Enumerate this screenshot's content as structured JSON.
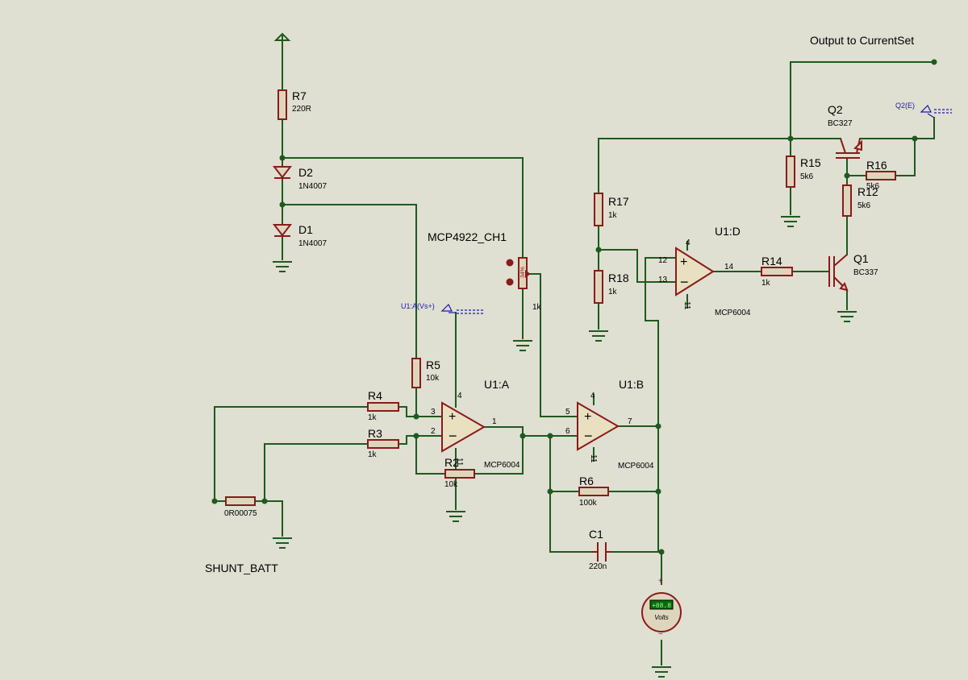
{
  "labels": {
    "output": "Output to CurrentSet",
    "dac": "MCP4922_CH1",
    "shunt": "SHUNT_BATT",
    "u1a_probe": "U1:A(Vs+)",
    "q2_probe": "Q2(E)",
    "voltmeter_unit": "Volts",
    "voltmeter_reading": "+88.8",
    "pot_tag": "34%"
  },
  "components": {
    "R7": {
      "ref": "R7",
      "value": "220R"
    },
    "D2": {
      "ref": "D2",
      "value": "1N4007"
    },
    "D1": {
      "ref": "D1",
      "value": "1N4007"
    },
    "R5": {
      "ref": "R5",
      "value": "10k"
    },
    "R4": {
      "ref": "R4",
      "value": "1k"
    },
    "R3": {
      "ref": "R3",
      "value": "1k"
    },
    "R2": {
      "ref": "R2",
      "value": "10k"
    },
    "Rshunt": {
      "ref": "",
      "value": "0R00075"
    },
    "RV": {
      "ref": "",
      "value": "1k"
    },
    "U1A": {
      "ref": "U1:A",
      "value": "MCP6004"
    },
    "U1B": {
      "ref": "U1:B",
      "value": "MCP6004"
    },
    "U1D": {
      "ref": "U1:D",
      "value": "MCP6004"
    },
    "R6": {
      "ref": "R6",
      "value": "100k"
    },
    "C1": {
      "ref": "C1",
      "value": "220n"
    },
    "R17": {
      "ref": "R17",
      "value": "1k"
    },
    "R18": {
      "ref": "R18",
      "value": "1k"
    },
    "R14": {
      "ref": "R14",
      "value": "1k"
    },
    "R15": {
      "ref": "R15",
      "value": "5k6"
    },
    "R16": {
      "ref": "R16",
      "value": "5k6"
    },
    "R12": {
      "ref": "R12",
      "value": "5k6"
    },
    "Q1": {
      "ref": "Q1",
      "value": "BC337"
    },
    "Q2": {
      "ref": "Q2",
      "value": "BC327"
    }
  },
  "pins": {
    "u1a": {
      "plus": "3",
      "minus": "2",
      "out": "1",
      "vdd": "4",
      "vss": "11"
    },
    "u1b": {
      "plus": "5",
      "minus": "6",
      "out": "7",
      "vdd": "4",
      "vss": "11"
    },
    "u1d": {
      "plus": "12",
      "minus": "13",
      "out": "14",
      "vdd": "4",
      "vss": "11"
    }
  }
}
